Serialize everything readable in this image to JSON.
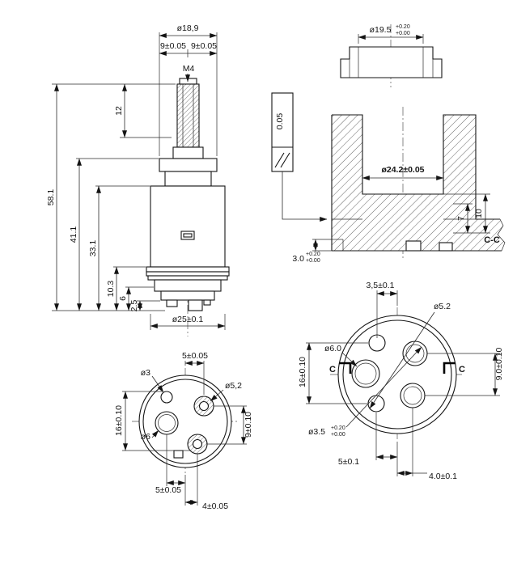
{
  "drawing": {
    "side_view": {
      "dia_top": "ø18,9",
      "dim_9_left": "9±0.05",
      "dim_9_right": "9±0.05",
      "thread_callout": "M4",
      "dim_stem_len": "12",
      "dim_total_h": "58.1",
      "dim_h_411": "41.1",
      "dim_h_331": "33.1",
      "dim_h_103": "10.3",
      "dim_h_6": "6",
      "dim_h_25": "2.5",
      "dia_body": "ø25±0.1"
    },
    "section_view": {
      "dia_bore": "ø19.5",
      "dia_bore_tol_upper": "+0.20",
      "dia_bore_tol_lower": "+0.00",
      "parallelism_tol": "0.05",
      "dia_cavity": "ø24.2±0.05",
      "dim_7": "7",
      "dim_10": "10",
      "dim_3": "3.0",
      "dim_3_tol_upper": "+0.20",
      "dim_3_tol_lower": "+0.00",
      "section_label": "C-C"
    },
    "bottom_view_left": {
      "dim_5_top": "5±0.05",
      "dia_3": "ø3",
      "dia_52": "ø5,2",
      "dia_6": "ø6",
      "dim_16": "16±0.10",
      "dim_9": "9±0.10",
      "dim_5_bottom": "5±0.05",
      "dim_4": "4±0.05"
    },
    "bottom_view_right": {
      "dim_35_top": "3,5±0.1",
      "dia_52": "ø5.2",
      "dia_60": "ø6.0",
      "dim_16": "16±0.10",
      "dim_9": "9.0±0.10",
      "dia_35": "ø3.5",
      "dia_35_tol_upper": "+0.20",
      "dia_35_tol_lower": "+0.00",
      "dim_5_bottom": "5±0.1",
      "dim_4": "4.0±0.1",
      "cut_label_left": "C",
      "cut_label_right": "C"
    }
  }
}
